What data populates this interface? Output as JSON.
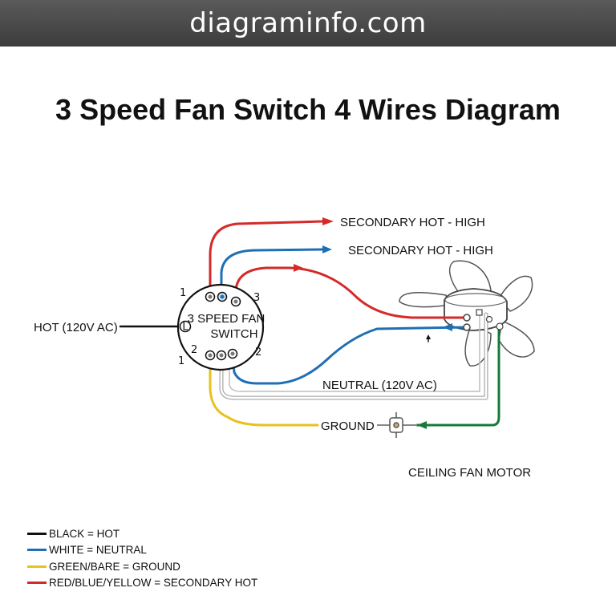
{
  "banner": {
    "site": "diagraminfo.com"
  },
  "title": "3 Speed Fan Switch 4 Wires Diagram",
  "switch": {
    "label_line1": "3 SPEED FAN",
    "label_line2": "SWITCH",
    "center_mark": "L",
    "terminal_numbers": [
      "1",
      "2",
      "3",
      "2",
      "1",
      "3"
    ]
  },
  "labels": {
    "hot": "HOT (120V AC)",
    "secondary_hot_1": "SECONDARY HOT - HIGH",
    "secondary_hot_2": "SECONDARY HOT - HIGH",
    "neutral": "NEUTRAL (120V AC)",
    "ground": "GROUND",
    "motor": "CEILING FAN MOTOR"
  },
  "legend": [
    {
      "text": "BLACK = HOT",
      "color": "#111111"
    },
    {
      "text": "WHITE = NEUTRAL",
      "color": "#1f6fb5"
    },
    {
      "text": "GREEN/BARE = GROUND",
      "color": "#e8c21c"
    },
    {
      "text": "RED/BLUE/YELLOW = SECONDARY HOT",
      "color": "#d42a2a"
    }
  ],
  "colors": {
    "red": "#d42a2a",
    "blue": "#1f6fb5",
    "yellow": "#e8c21c",
    "green": "#167a3a",
    "black": "#111111",
    "white_wire": "#bdbdbd"
  }
}
